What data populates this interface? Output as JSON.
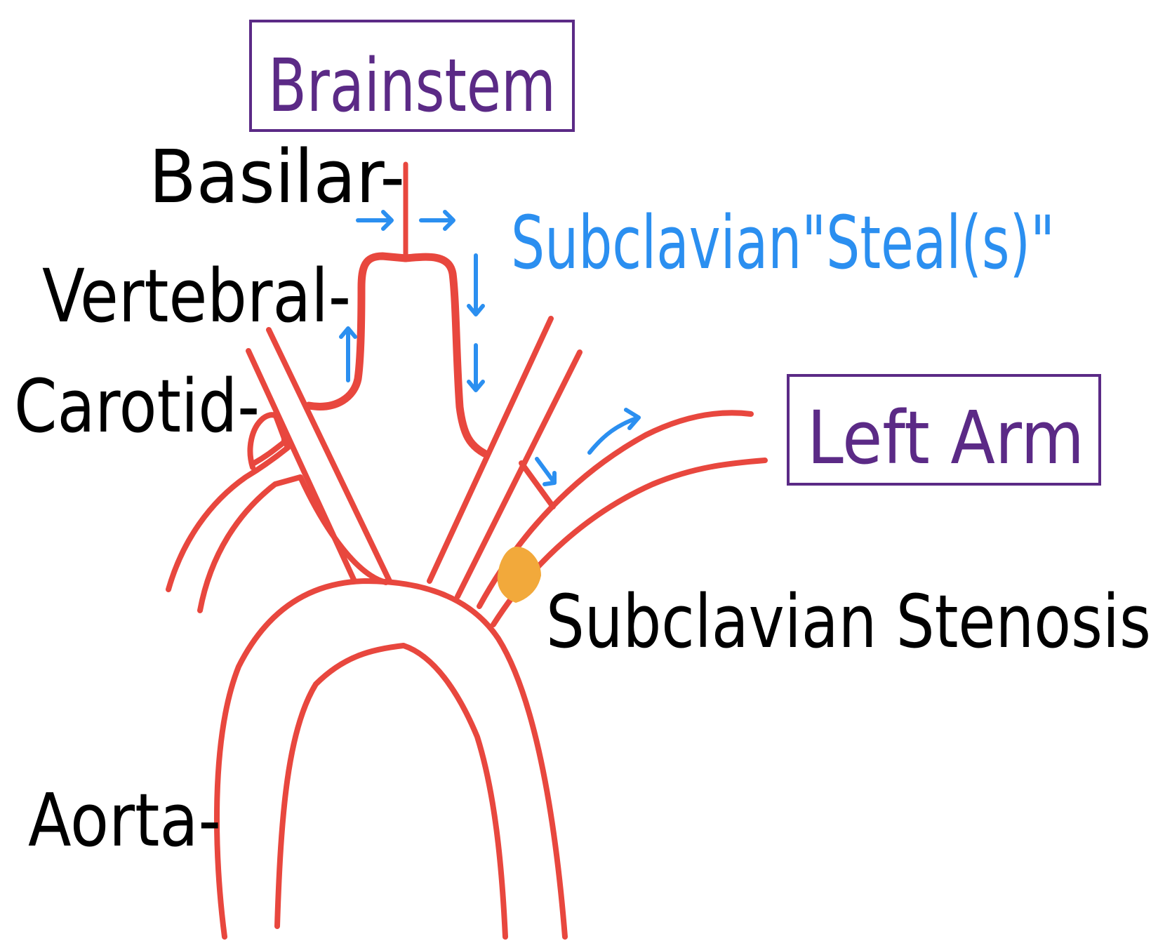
{
  "labels": {
    "brainstem": "Brainstem",
    "basilar": "Basilar-",
    "vertebral": "Vertebral-",
    "carotid": "Carotid-",
    "steal": "Subclavian\"Steal(s)\"",
    "left_arm": "Left Arm",
    "stenosis": "Subclavian Stenosis",
    "aorta": "Aorta-"
  },
  "colors": {
    "vessel": "#e8473e",
    "label_text": "#000000",
    "box_purple": "#5b2a86",
    "flow_arrow": "#2b8ff0",
    "stenosis_marker": "#f2a93b",
    "background": "#ffffff"
  },
  "icons": {
    "flow": "arrow-icon",
    "stenosis": "stenosis-marker-icon"
  }
}
